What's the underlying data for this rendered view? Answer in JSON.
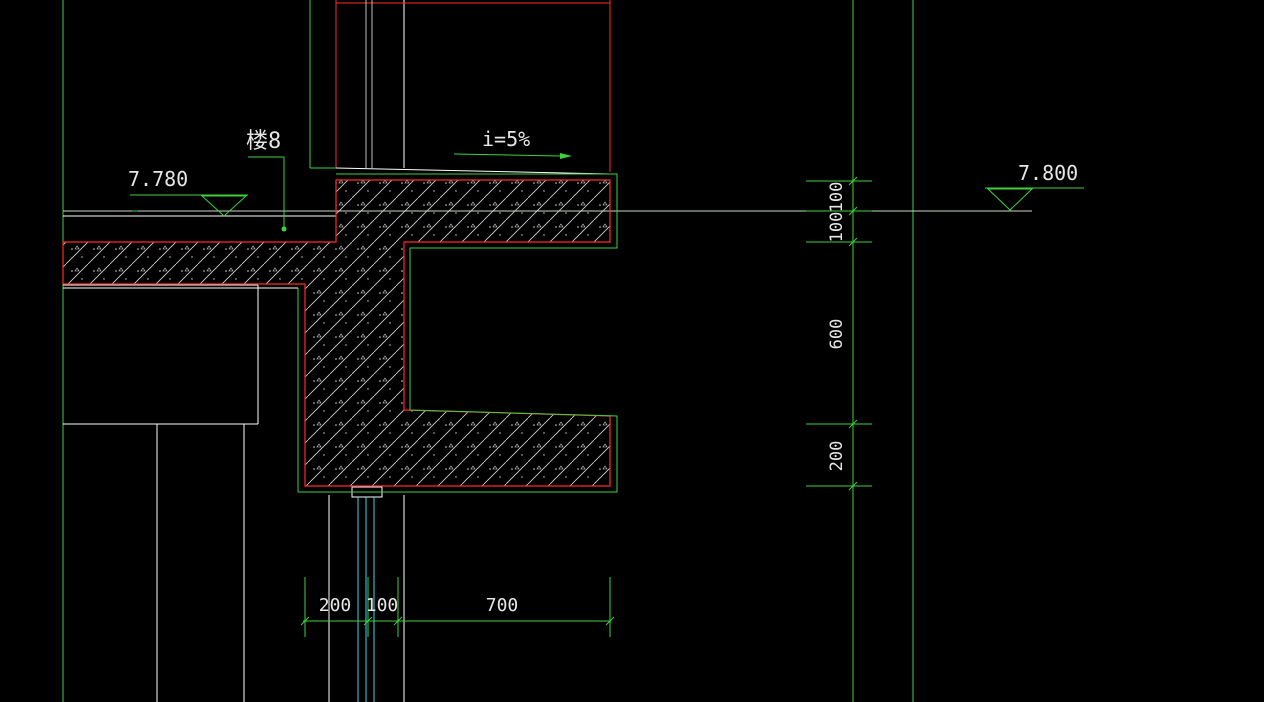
{
  "drawing": {
    "floor_label": "楼8",
    "slope_label": "i=5%",
    "elev_left": "7.780",
    "elev_right": "7.800",
    "vertical_dims": [
      "100",
      "100",
      "600",
      "200"
    ],
    "horizontal_dims": [
      "200",
      "100",
      "700"
    ]
  },
  "colors": {
    "background": "#000000",
    "outline": "#ff2a2a",
    "dimension": "#3cd23c",
    "line_white": "#ffffff",
    "glazing": "#3fd6e6",
    "hatch": "#d8d8d8",
    "text": "#e6e6e6"
  }
}
